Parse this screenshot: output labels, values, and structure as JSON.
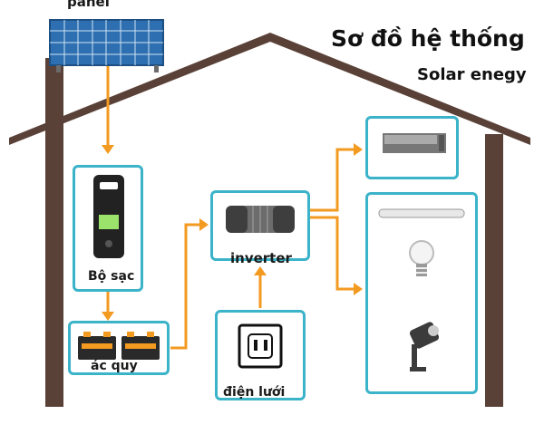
{
  "header": {
    "title": "Sơ đồ hệ thống",
    "subtitle": "Solar enegy"
  },
  "components": {
    "panel_label": "panel",
    "charger_label": "Bộ sạc",
    "battery_label": "ác quy",
    "inverter_label": "inverter",
    "grid_label": "điện lưới"
  },
  "colors": {
    "house": "#5a4138",
    "box_border": "#3bb3c9",
    "arrow": "#f39a21"
  }
}
